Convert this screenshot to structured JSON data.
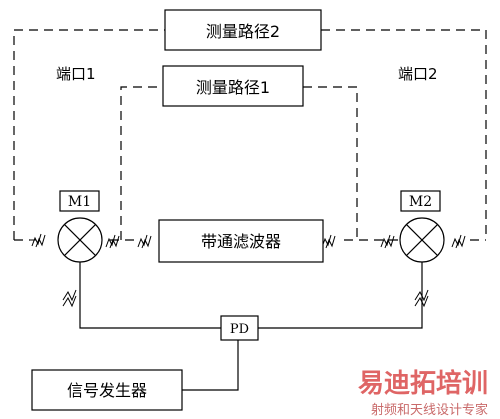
{
  "diagram": {
    "path2_label": "测量路径2",
    "path1_label": "测量路径1",
    "port1_label": "端口1",
    "port2_label": "端口2",
    "m1_label": "M1",
    "m2_label": "M2",
    "filter_label": "带通滤波器",
    "pd_label": "PD",
    "generator_label": "信号发生器"
  },
  "watermark": {
    "title": "易迪拓培训",
    "subtitle": "射频和天线设计专家",
    "color": "#d94a4a"
  }
}
